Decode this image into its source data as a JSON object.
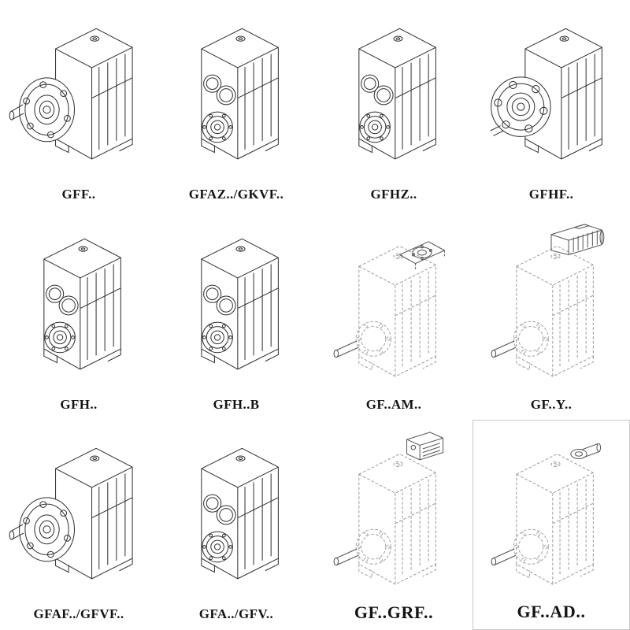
{
  "page": {
    "background": "#ffffff",
    "description_labels_only": "catalog grid of gear reducer line drawings"
  },
  "colors": {
    "solid_line": "#2f2f2f",
    "dashed_line": "#9b9b9b",
    "attachment_line": "#555555",
    "label_text": "#141414",
    "box_border": "#c9c9c9"
  },
  "grid": {
    "rows": 3,
    "cols": 4,
    "cells": [
      {
        "label": "GFF..",
        "drawing": "output-flange-gearbox",
        "line_style": "solid",
        "label_size": "normal",
        "boxed": false
      },
      {
        "label": "GFAZ../GKVF..",
        "drawing": "hollow-shaft-gearbox",
        "line_style": "solid",
        "label_size": "normal",
        "boxed": false
      },
      {
        "label": "GFHZ..",
        "drawing": "hollow-shaft-gearbox",
        "line_style": "solid",
        "label_size": "normal",
        "boxed": false
      },
      {
        "label": "GFHF..",
        "drawing": "flange-front-gearbox",
        "line_style": "solid",
        "label_size": "normal",
        "boxed": false
      },
      {
        "label": "GFH..",
        "drawing": "hollow-shaft-gearbox",
        "line_style": "solid",
        "label_size": "normal",
        "boxed": false
      },
      {
        "label": "GFH..B",
        "drawing": "hollow-shaft-gearbox",
        "line_style": "solid",
        "label_size": "normal",
        "boxed": false
      },
      {
        "label": "GF..AM..",
        "drawing": "gearbox-with-top-flange",
        "line_style": "dashed",
        "label_size": "normal",
        "boxed": false
      },
      {
        "label": "GF..Y..",
        "drawing": "gearbox-with-motor",
        "line_style": "dashed",
        "label_size": "normal",
        "boxed": false
      },
      {
        "label": "GFAF../GFVF..",
        "drawing": "output-flange-gearbox",
        "line_style": "solid",
        "label_size": "normal",
        "boxed": false
      },
      {
        "label": "GFA../GFV..",
        "drawing": "hollow-shaft-gearbox",
        "line_style": "solid",
        "label_size": "normal",
        "boxed": false
      },
      {
        "label": "GF..GRF..",
        "drawing": "gearbox-with-input-adapter",
        "line_style": "dashed",
        "label_size": "large",
        "boxed": false
      },
      {
        "label": "GF..AD..",
        "drawing": "gearbox-with-input-shaft",
        "line_style": "dashed",
        "label_size": "large",
        "boxed": true
      }
    ]
  }
}
